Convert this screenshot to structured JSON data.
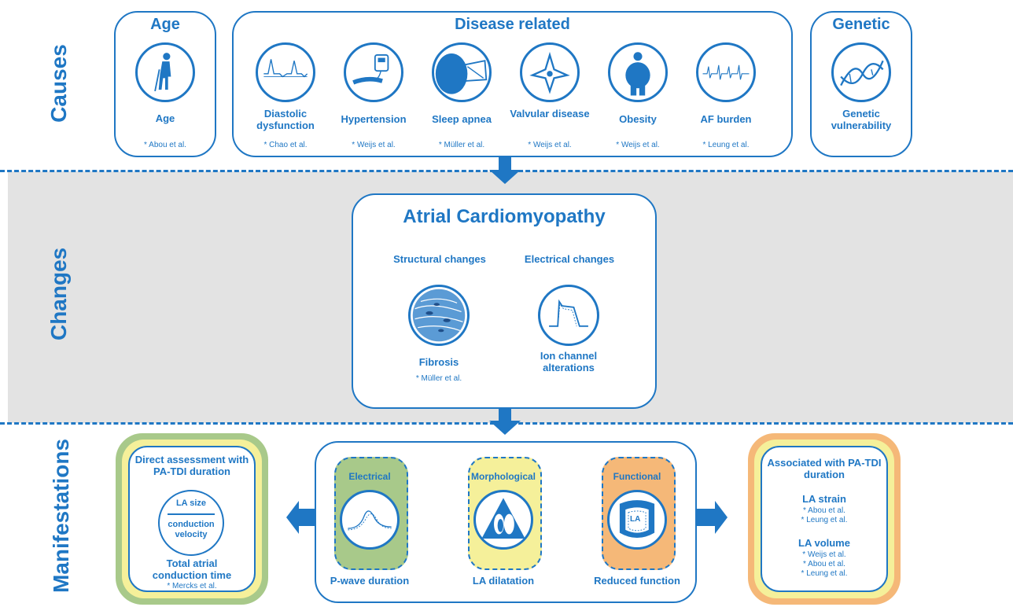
{
  "sections": {
    "causes": "Causes",
    "changes": "Changes",
    "manifestations": "Manifestations"
  },
  "age_box": {
    "title": "Age",
    "label": "Age",
    "ref": "* Abou et al."
  },
  "disease_box": {
    "title": "Disease related",
    "items": [
      {
        "label": "Diastolic dysfunction",
        "ref": "* Chao et al."
      },
      {
        "label": "Hypertension",
        "ref": "* Weijs et al."
      },
      {
        "label": "Sleep apnea",
        "ref": "* Müller et al."
      },
      {
        "label": "Valvular disease",
        "ref": "* Weijs et al."
      },
      {
        "label": "Obesity",
        "ref": "* Weijs et al."
      },
      {
        "label": "AF burden",
        "ref": "* Leung et al."
      }
    ]
  },
  "genetic_box": {
    "title": "Genetic",
    "label": "Genetic vulnerability"
  },
  "cardiomyopathy": {
    "title": "Atrial Cardiomyopathy",
    "structural": "Structural changes",
    "electrical": "Electrical changes",
    "fibrosis": "Fibrosis",
    "fibrosis_ref": "* Müller et al.",
    "ion": "Ion channel alterations"
  },
  "direct": {
    "title": "Direct assessment with PA-TDI duration",
    "numerator": "LA size",
    "denominator": "conduction velocity",
    "result": "Total atrial conduction time",
    "ref": "* Mercks et al."
  },
  "manifest_center": {
    "electrical": "Electrical",
    "morphological": "Morphological",
    "functional": "Functional",
    "p_wave": "P-wave duration",
    "la_dilatation": "LA dilatation",
    "reduced": "Reduced function",
    "la_label": "LA"
  },
  "associated": {
    "title": "Associated with PA-TDI duration",
    "strain": "LA strain",
    "strain_refs": [
      "* Abou et al.",
      "* Leung et al."
    ],
    "volume": "LA volume",
    "volume_refs": [
      "* Weijs et al.",
      "* Abou et al.",
      "* Leung et al."
    ]
  },
  "colors": {
    "blue": "#1f77c4",
    "gray_band": "#e3e3e3",
    "green": "#a8c98a",
    "yellow": "#f5f09a",
    "orange": "#f5b878"
  }
}
